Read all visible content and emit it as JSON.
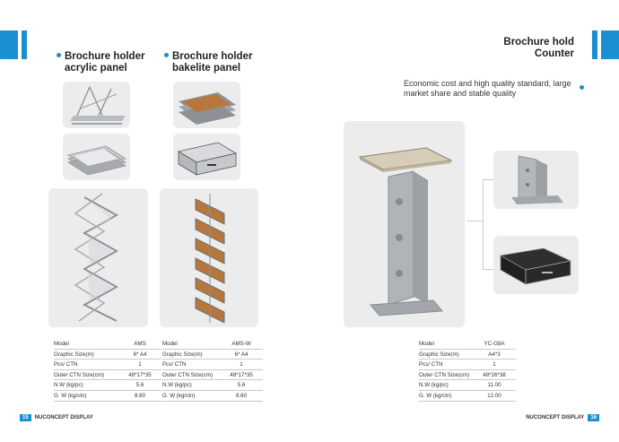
{
  "left_page": {
    "products": [
      {
        "title_line1": "Brochure holder",
        "title_line2": "acrylic panel",
        "specs": [
          [
            "Model",
            "AMS"
          ],
          [
            "Graphic Size(m)",
            "6* A4"
          ],
          [
            "Pcs/ CTN",
            "1"
          ],
          [
            "Outer CTN Size(cm)",
            "48*17*35"
          ],
          [
            "N.W   (kg/pc)",
            "5.6"
          ],
          [
            "G. W   (kg/ctn)",
            "8.60"
          ]
        ]
      },
      {
        "title_line1": "Brochure holder",
        "title_line2": "bakelite panel",
        "specs": [
          [
            "Model",
            "AMS-W"
          ],
          [
            "Graphic Size(m)",
            "6* A4"
          ],
          [
            "Pcs/ CTN",
            "1"
          ],
          [
            "Outer CTN Size(cm)",
            "48*17*35"
          ],
          [
            "N.W   (kg/pc)",
            "5.6"
          ],
          [
            "G. W   (kg/ctn)",
            "8.60"
          ]
        ]
      }
    ],
    "footer": {
      "page_number": "15",
      "brand": "NUCONCEPT DISPLAY"
    }
  },
  "right_page": {
    "title_line1": "Brochure hold",
    "title_line2": "Counter",
    "tagline": "Economic cost and high quality standard, large market share and stable quality",
    "specs": [
      [
        "Model",
        "YC-G8A"
      ],
      [
        "Graphic Size(m)",
        "A4*3"
      ],
      [
        "Pcs/ CTN",
        "1"
      ],
      [
        "Outer CTN Size(cm)",
        "48*26*38"
      ],
      [
        "N.W   (kg/pc)",
        "11.00"
      ],
      [
        "G. W   (kg/ctn)",
        "12.00"
      ]
    ],
    "footer": {
      "page_number": "16",
      "brand": "NUCONCEPT DISPLAY"
    }
  },
  "colors": {
    "accent": "#1b8fd2",
    "photo_bg": "#ececec",
    "wood": "#b7773c",
    "metal": "#a9adb2"
  }
}
